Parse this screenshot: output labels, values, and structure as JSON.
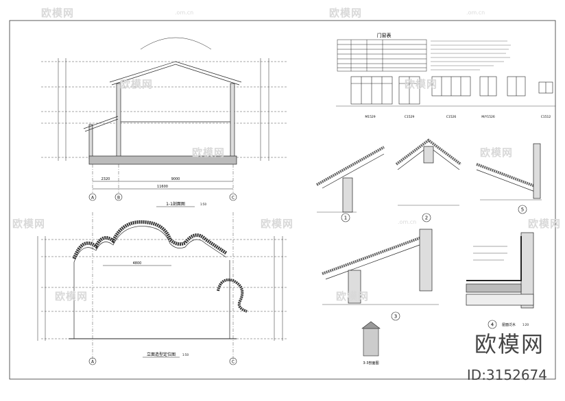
{
  "watermark": {
    "text": "欧模网",
    "site": ".om.cn",
    "brand": "欧模网",
    "id": "ID:3152674"
  },
  "drawing": {
    "section_title": "1-1剖面图",
    "section_scale": "1:50",
    "gable_title": "立面造型定位图",
    "gable_scale": "1:50",
    "door_window_table_title": "门窗表",
    "window_labels": [
      "M1529",
      "C1529",
      "C1526",
      "M/Y1526",
      "C1512"
    ],
    "detail_3_title": "3-3剖面图",
    "detail_4_title": "屋面泛水",
    "detail_4_scale": "1:20",
    "grid_axes": [
      "A",
      "B",
      "C"
    ],
    "dims_section": [
      "2320",
      "9000",
      "11600"
    ],
    "dim_arch": "4800",
    "detail_numbers": [
      "1",
      "2",
      "3",
      "4",
      "5"
    ]
  },
  "colors": {
    "line": "#222222",
    "watermark": "#d9d9d9",
    "hatch": "#555555"
  }
}
